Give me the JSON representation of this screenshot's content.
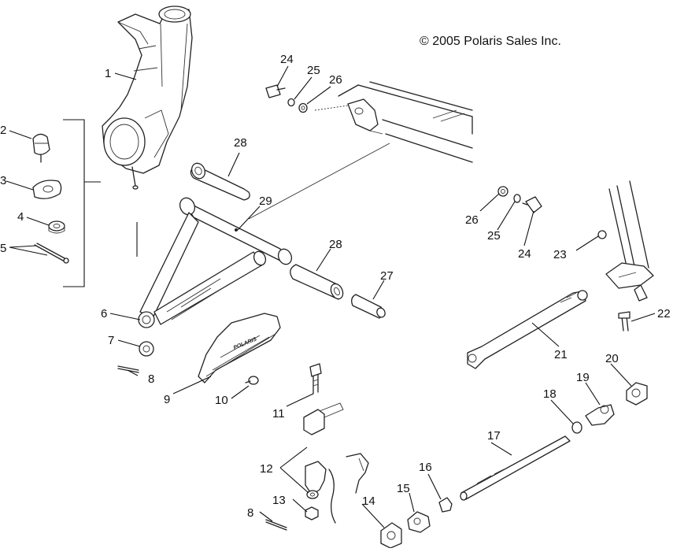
{
  "copyright": "© 2005 Polaris Sales Inc.",
  "brand_mark": "POLARIS",
  "callouts": {
    "c1": "1",
    "c2": "2",
    "c3": "3",
    "c4": "4",
    "c5": "5",
    "c6": "6",
    "c7": "7",
    "c8a": "8",
    "c8b": "8",
    "c9": "9",
    "c10": "10",
    "c11": "11",
    "c12": "12",
    "c13": "13",
    "c14": "14",
    "c15": "15",
    "c16": "16",
    "c17": "17",
    "c18": "18",
    "c19": "19",
    "c20": "20",
    "c21": "21",
    "c22": "22",
    "c23": "23",
    "c24a": "24",
    "c24b": "24",
    "c25a": "25",
    "c25b": "25",
    "c26a": "26",
    "c26b": "26",
    "c27": "27",
    "c28a": "28",
    "c28b": "28",
    "c29": "29"
  }
}
